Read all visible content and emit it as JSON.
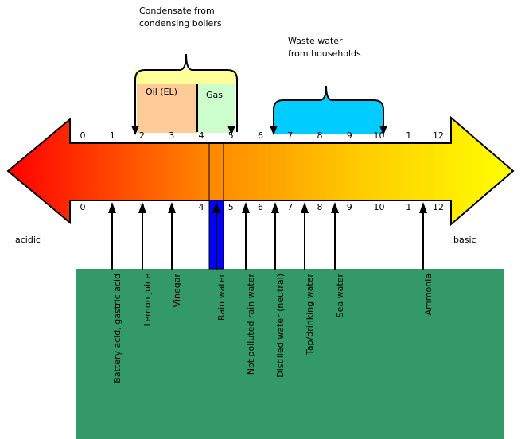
{
  "annotations": {
    "condensate": [
      "Condensate from",
      "condensing boilers"
    ],
    "waste_water": [
      "Waste water",
      "from households"
    ]
  },
  "ranges": {
    "oil": "Oil (EL)",
    "gas": "Gas"
  },
  "scale_top": [
    "0",
    "1",
    "2",
    "3",
    "4",
    "5",
    "6",
    "7",
    "8",
    "9",
    "10",
    "1",
    "12"
  ],
  "scale_bottom": [
    "0",
    "1",
    "2",
    "3",
    "4",
    "5",
    "6",
    "7",
    "8",
    "9",
    "10",
    "1",
    "12"
  ],
  "ends": {
    "left": "acidic",
    "right": "basic"
  },
  "substances": [
    {
      "name": "Battery acid, gastric acid",
      "ph": 1
    },
    {
      "name": "Lemon juice",
      "ph": 2
    },
    {
      "name": "Vinegar",
      "ph": 3
    },
    {
      "name": "Rain water",
      "ph": 4.5
    },
    {
      "name": "Not polluted rain water",
      "ph": 5.5
    },
    {
      "name": "Distilled water (neutral)",
      "ph": 6.5
    },
    {
      "name": "Tap/drinking water",
      "ph": 7.5
    },
    {
      "name": "Sea water",
      "ph": 8.5
    },
    {
      "name": "Ammonia",
      "ph": 11.5
    }
  ],
  "colors": {
    "acid": "#ff0000",
    "base": "#ffff00",
    "oil_fill": "#ffcc99",
    "gas_fill": "#ccffcc",
    "bracket_top": "#ffff99",
    "waste": "#00ccff",
    "panel": "#339966",
    "rain": "#0000ff"
  }
}
